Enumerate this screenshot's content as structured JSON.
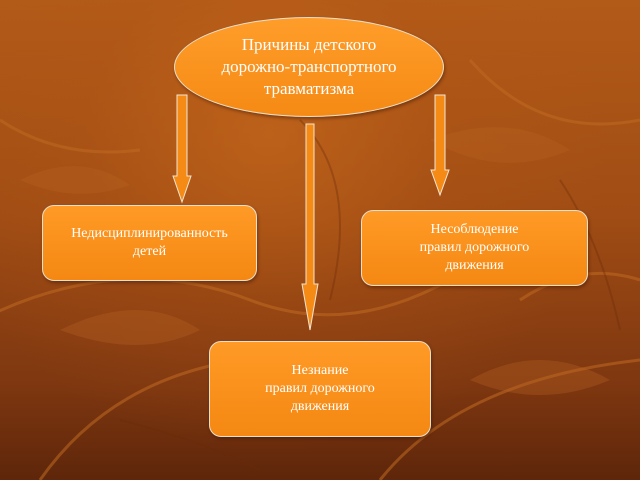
{
  "diagram": {
    "root": {
      "text": "Причины детского\nдорожно-транспортного\nтравматизма"
    },
    "causes": [
      {
        "id": "left",
        "text": "Недисциплинированность\nдетей"
      },
      {
        "id": "right",
        "text": "Несоблюдение\nправил дорожного\nдвижения"
      },
      {
        "id": "bottom",
        "text": "Незнание\nправил дорожного\nдвижения"
      }
    ]
  },
  "colors": {
    "node_fill": "#f58a14",
    "node_border": "#e8e0d0",
    "arrow_fill": "#f58a14",
    "text": "#ffffff",
    "background": "#a04c14"
  }
}
